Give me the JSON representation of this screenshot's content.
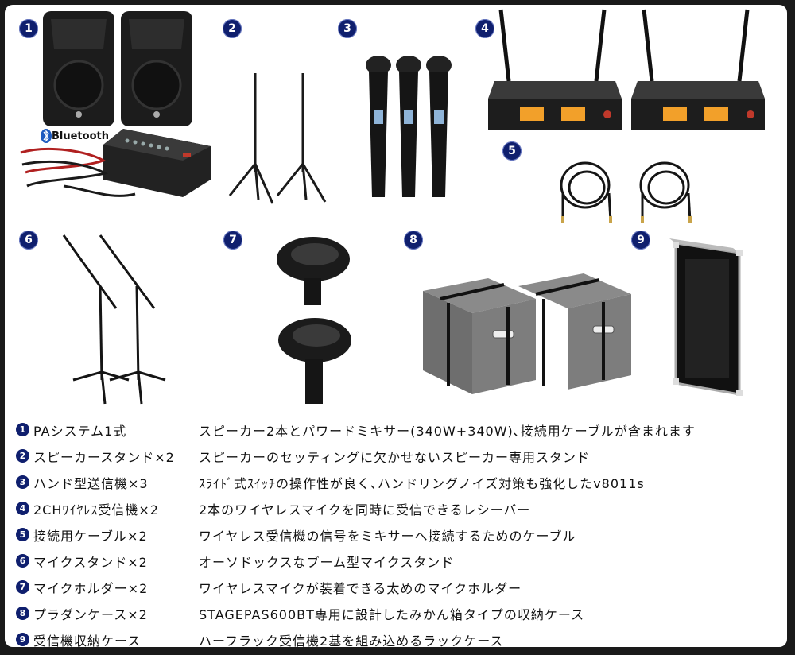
{
  "items": [
    {
      "num": "1",
      "name": "PAシステム1式",
      "desc": "スピーカー2本とパワードミキサー(340W+340W)､接続用ケーブルが含まれます"
    },
    {
      "num": "2",
      "name": "スピーカースタンド×2",
      "desc": "スピーカーのセッティングに欠かせないスピーカー専用スタンド"
    },
    {
      "num": "3",
      "name": "ハンド型送信機×3",
      "desc": "ｽﾗｲﾄﾞ式ｽｲｯﾁの操作性が良く､ハンドリングノイズ対策も強化したv8011s"
    },
    {
      "num": "4",
      "name": "2CHﾜｲﾔﾚｽ受信機×2",
      "desc": "2本のワイヤレスマイクを同時に受信できるレシーバー"
    },
    {
      "num": "5",
      "name": "接続用ケーブル×2",
      "desc": "ワイヤレス受信機の信号をミキサーへ接続するためのケーブル"
    },
    {
      "num": "6",
      "name": "マイクスタンド×2",
      "desc": "オーソドックスなブーム型マイクスタンド"
    },
    {
      "num": "7",
      "name": "マイクホルダー×2",
      "desc": "ワイヤレスマイクが装着できる太めのマイクホルダー"
    },
    {
      "num": "8",
      "name": "プラダンケース×2",
      "desc": "STAGEPAS600BT専用に設計したみかん箱タイプの収納ケース"
    },
    {
      "num": "9",
      "name": "受信機収納ケース",
      "desc": "ハーフラック受信機2基を組み込めるラックケース"
    }
  ],
  "photo_badges": [
    "1",
    "2",
    "3",
    "4",
    "5",
    "6",
    "7",
    "8",
    "9"
  ],
  "bluetooth_label": "Bluetooth",
  "colors": {
    "badge": "#0f1f6e",
    "frame": "#1a1a1a",
    "lcd": "#f2a02a"
  }
}
